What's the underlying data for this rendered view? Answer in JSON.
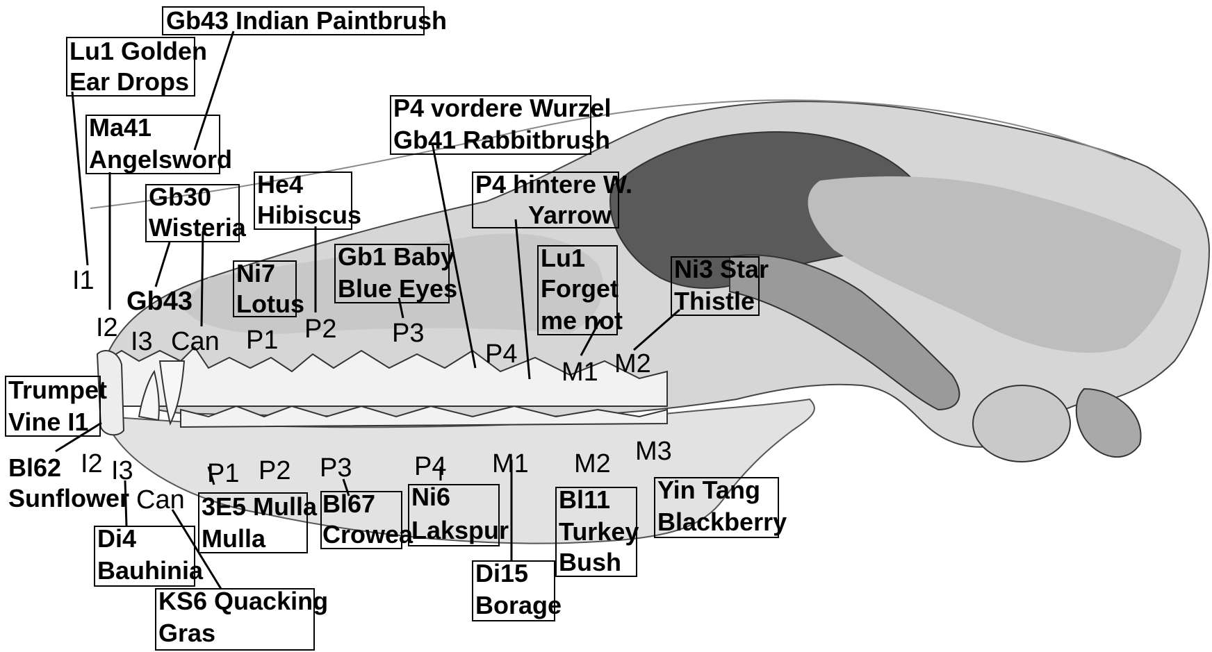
{
  "labels": {
    "gb43": [
      "Gb43 Indian Paintbrush"
    ],
    "lu1_golden": [
      "Lu1 Golden",
      "Ear Drops"
    ],
    "ma41": [
      "Ma41",
      "Angelsword"
    ],
    "gb30": [
      "Gb30",
      "Wisteria"
    ],
    "he4": [
      "He4",
      "Hibiscus"
    ],
    "ni7": [
      "Ni7",
      "Lotus"
    ],
    "gb1": [
      "Gb1 Baby",
      "Blue Eyes"
    ],
    "p4_front": [
      "P4 vordere Wurzel",
      "Gb41 Rabbitbrush"
    ],
    "p4_back": [
      "P4 hintere W.",
      "Yarrow"
    ],
    "lu1_forget": [
      "Lu1",
      "Forget",
      "me not"
    ],
    "ni3": [
      "Ni3 Star",
      "Thistle"
    ],
    "trumpet": [
      "Trumpet",
      "Vine I1"
    ],
    "bl62": [
      "Bl62",
      "Sunflower"
    ],
    "e5": [
      "3E5 Mulla",
      "Mulla"
    ],
    "bl67": [
      "Bl67",
      "Crowea"
    ],
    "ni6": [
      "Ni6",
      "Lakspur"
    ],
    "bl11": [
      "Bl11",
      "Turkey",
      "Bush"
    ],
    "yin": [
      "Yin Tang",
      "Blackberry"
    ],
    "di4": [
      "Di4",
      "Bauhinia"
    ],
    "di15": [
      "Di15",
      "Borage"
    ],
    "ks6": [
      "KS6 Quacking",
      "Gras"
    ]
  },
  "upper_teeth": {
    "i1": "I1",
    "i2": "I2",
    "gb43": "Gb43",
    "i3": "I3",
    "can": "Can",
    "p1": "P1",
    "p2": "P2",
    "p3": "P3",
    "p4": "P4",
    "m1": "M1",
    "m2": "M2"
  },
  "lower_teeth": {
    "i2": "I2",
    "i3": "I3",
    "can": "Can",
    "p1": "P1",
    "p2": "P2",
    "p3": "P3",
    "p4": "P4",
    "m1": "M1",
    "m2": "M2",
    "m3": "M3"
  }
}
